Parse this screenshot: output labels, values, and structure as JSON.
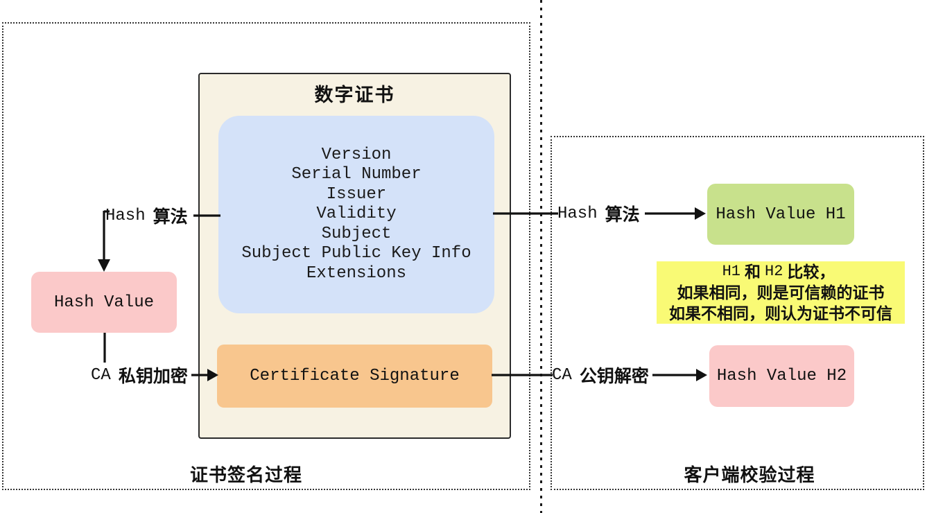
{
  "colors": {
    "beige": "#f7f2e3",
    "blue": "#d4e2f9",
    "orange": "#f8c68e",
    "pink": "#fbc9c9",
    "green": "#c8e18c",
    "yellow": "#f9fa75",
    "line": "#111111"
  },
  "left_panel": {
    "caption": "证书签名过程",
    "certificate": {
      "title": "数字证书",
      "fields": [
        "Version",
        "Serial Number",
        "Issuer",
        "Validity",
        "Subject",
        "Subject Public Key Info",
        "Extensions"
      ],
      "signature_label": "Certificate Signature"
    },
    "hash_algo_label": {
      "en": "Hash",
      "zh": "算法"
    },
    "hash_value_label": "Hash Value",
    "ca_encrypt_label": {
      "en": "CA",
      "zh": "私钥加密"
    }
  },
  "right_panel": {
    "caption": "客户端校验过程",
    "hash_algo_label": {
      "en": "Hash",
      "zh": "算法"
    },
    "hash_value_h1_label": "Hash Value H1",
    "compare_note": {
      "l1_h1": "H1",
      "l1_and": "和",
      "l1_h2": "H2",
      "l1_tail": "比较，",
      "l2": "如果相同，则是可信赖的证书",
      "l3": "如果不相同，则认为证书不可信"
    },
    "ca_decrypt_label": {
      "en": "CA",
      "zh": "公钥解密"
    },
    "hash_value_h2_label": "Hash Value H2"
  }
}
